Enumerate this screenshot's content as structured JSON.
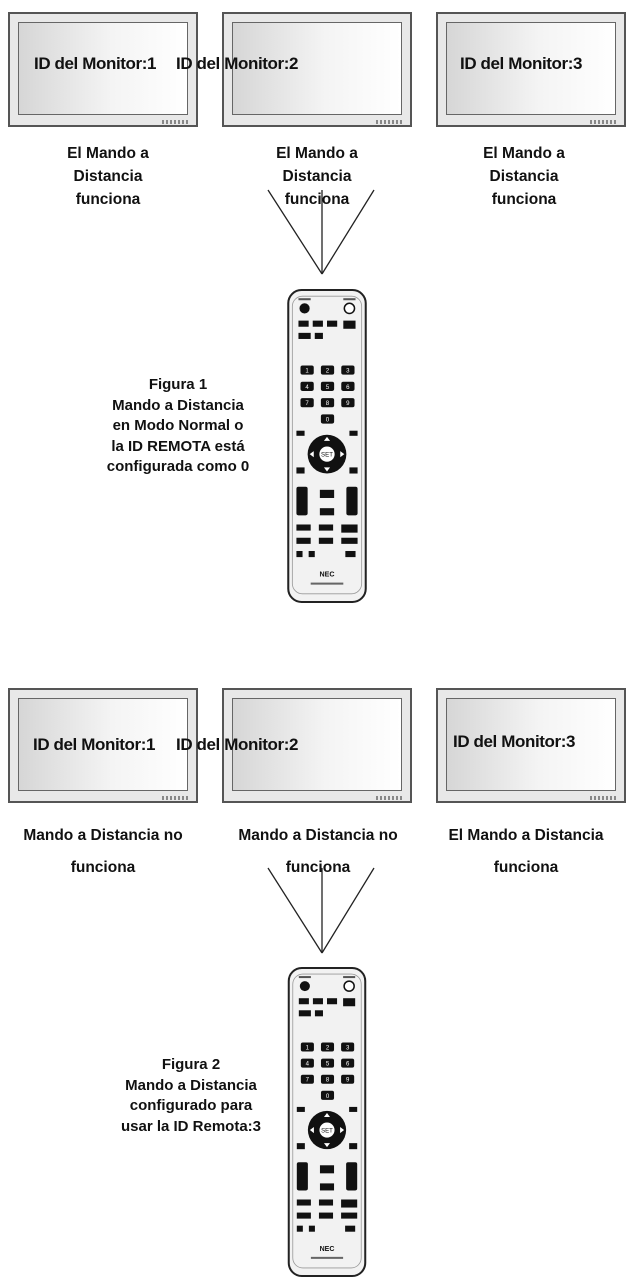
{
  "figure1": {
    "monitors": [
      {
        "label": "ID del Monitor:1",
        "caption": "El Mando a Distancia funciona"
      },
      {
        "label": "ID del Monitor:2",
        "caption": "El Mando a Distancia funciona"
      },
      {
        "label": "ID del Monitor:3",
        "caption": "El Mando a Distancia funciona"
      }
    ],
    "caption_lines": [
      "Figura 1",
      "Mando a Distancia",
      "en Modo Normal o",
      "la ID REMOTA está",
      "configurada como 0"
    ]
  },
  "figure2": {
    "monitors": [
      {
        "label": "ID del Monitor:1",
        "caption": "Mando a Distancia no funciona"
      },
      {
        "label": "ID del Monitor:2",
        "caption": "Mando a Distancia no funciona"
      },
      {
        "label": "ID del Monitor:3",
        "caption": "El Mando a Distancia funciona"
      }
    ],
    "caption_lines": [
      "Figura 2",
      "Mando a Distancia",
      "configurado para",
      "usar la ID Remota:3"
    ]
  },
  "remote": {
    "brand": "NEC",
    "keypad_labels": [
      "1",
      "2",
      "3",
      "4",
      "5",
      "6",
      "7",
      "8",
      "9",
      "0"
    ],
    "center_button": "SET"
  }
}
